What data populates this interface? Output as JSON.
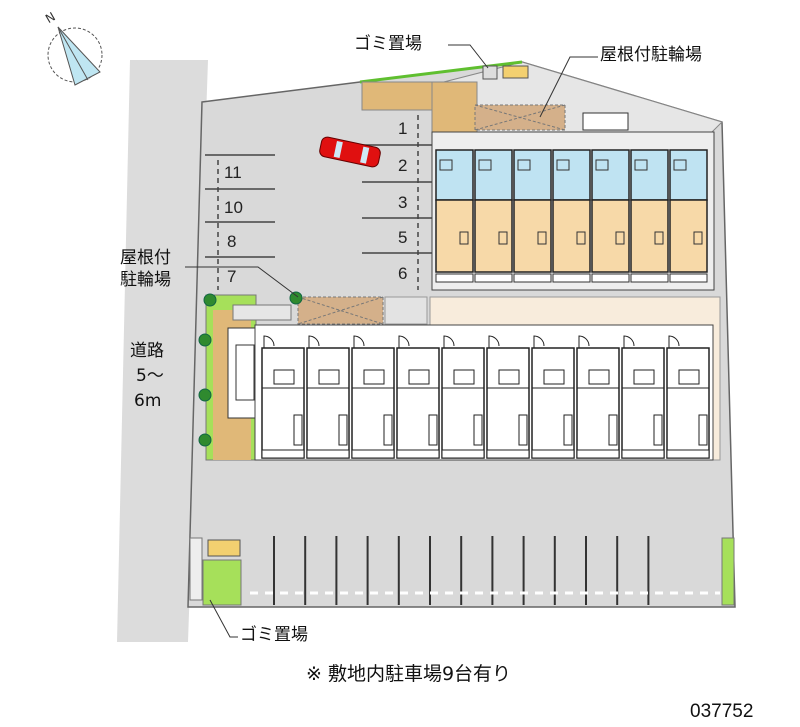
{
  "labels": {
    "garbage_top": "ゴミ置場",
    "bike_roof_top": "屋根付駐輪場",
    "bike_roof_left_1": "屋根付",
    "bike_roof_left_2": "駐輪場",
    "road_1": "道路",
    "road_2": "5～",
    "road_3": "6m",
    "garbage_bottom": "ゴミ置場",
    "note": "※ 敷地内駐車場9台有り",
    "code": "037752",
    "compass": "N"
  },
  "parking_right": [
    "1",
    "2",
    "3",
    "5",
    "6"
  ],
  "parking_left": [
    "11",
    "10",
    "8",
    "7"
  ],
  "upper_building_units": 7,
  "lower_building_units": 10,
  "colors": {
    "lot": "#d9d9d9",
    "road": "#dcdcdc",
    "upper_unit_blue": "#bfe3f2",
    "upper_unit_tan": "#f7d9a8",
    "bike_roof": "#d4b08a",
    "grass": "#a6e05a",
    "tree": "#2f8a2f",
    "brick": "#e0b878",
    "car": "#e01010",
    "beige": "#f8ecdc"
  }
}
